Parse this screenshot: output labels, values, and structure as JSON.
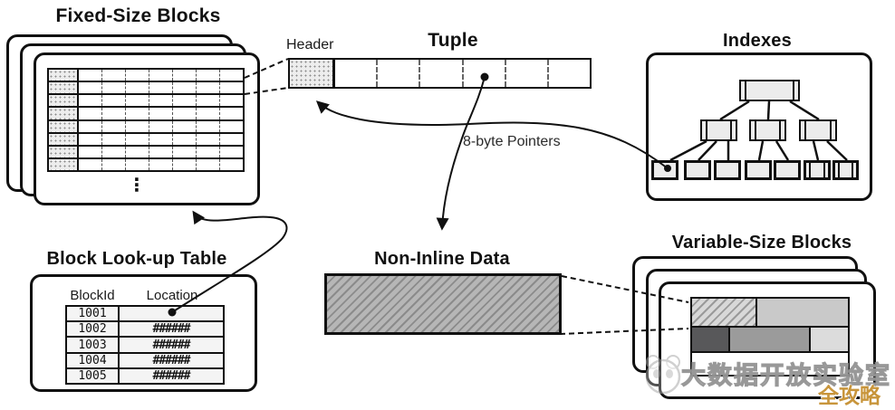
{
  "diagram": {
    "fixed_blocks": {
      "title": "Fixed-Size Blocks",
      "ellipsis": "⋮"
    },
    "tuple": {
      "title": "Tuple",
      "header_label": "Header"
    },
    "pointers_label": "8-byte Pointers",
    "indexes": {
      "title": "Indexes"
    },
    "lookup_table": {
      "title": "Block Look-up Table",
      "columns": [
        "BlockId",
        "Location"
      ],
      "rows": [
        {
          "id": "1001",
          "location": ""
        },
        {
          "id": "1002",
          "location": "######"
        },
        {
          "id": "1003",
          "location": "######"
        },
        {
          "id": "1004",
          "location": "######"
        },
        {
          "id": "1005",
          "location": "######"
        }
      ]
    },
    "non_inline": {
      "title": "Non-Inline Data"
    },
    "variable_blocks": {
      "title": "Variable-Size Blocks"
    },
    "watermark": {
      "text": "大数据开放实验室",
      "badge": "全攻略"
    },
    "colors": {
      "stroke": "#111111",
      "light_gray": "#c9c9c9",
      "dark_gray": "#58585a",
      "mid_gray": "#9b9b9b",
      "pale_gray": "#dcdcdc",
      "gold": "#c8953b"
    }
  }
}
